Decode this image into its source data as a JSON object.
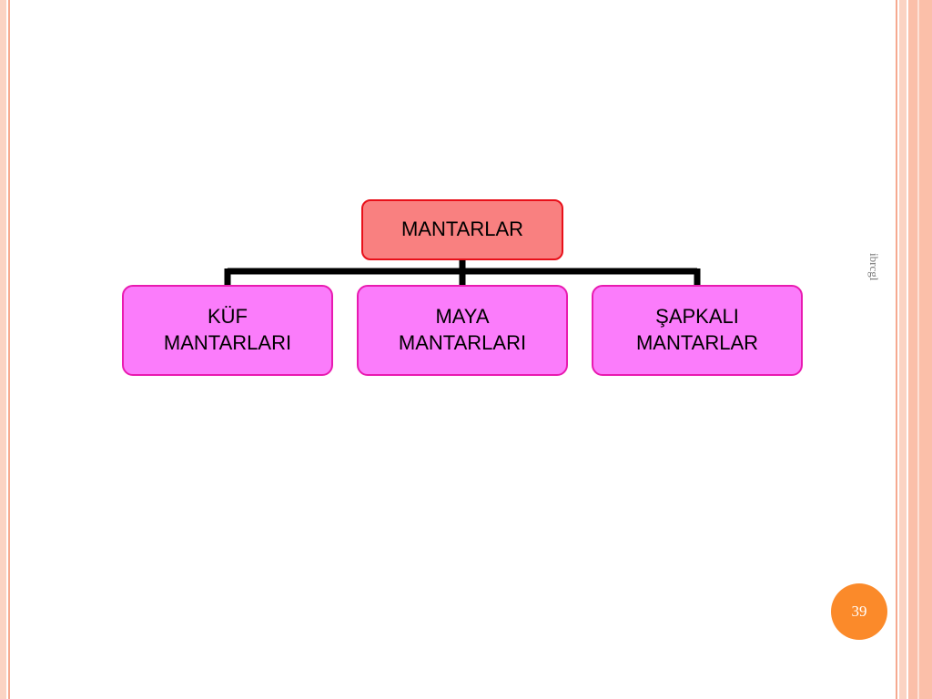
{
  "diagram": {
    "root": {
      "label": "MANTARLAR"
    },
    "children": [
      {
        "line1": "KÜF",
        "line2": "MANTARLARI"
      },
      {
        "line1": "MAYA",
        "line2": "MANTARLARI"
      },
      {
        "line1": "ŞAPKALI",
        "line2": "MANTARLAR"
      }
    ]
  },
  "footer": {
    "author": "ibrcgl",
    "page_number": "39"
  },
  "colors": {
    "root_fill": "#f98080",
    "root_border": "#e8101a",
    "child_fill": "#fb7cfb",
    "child_border": "#e81ab0",
    "page_badge": "#fb8a2a",
    "accent_border": "#f6a98f"
  }
}
